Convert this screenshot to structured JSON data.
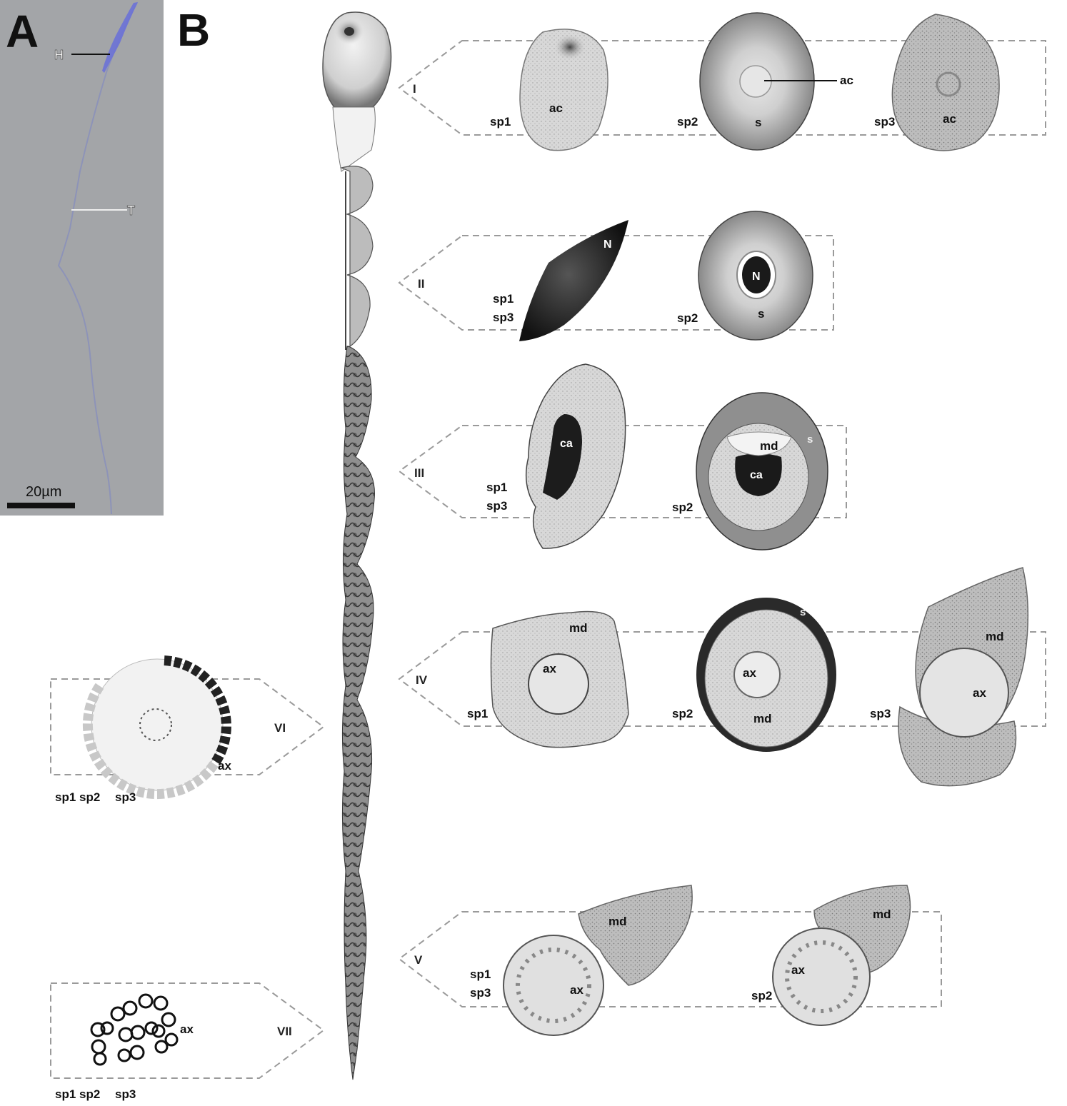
{
  "panel_a": {
    "letter": "A",
    "labels": {
      "head": "H",
      "tail": "T"
    },
    "scale_bar": "20µm"
  },
  "panel_b": {
    "letter": "B",
    "sections": [
      {
        "id": "I",
        "items": [
          "sp1",
          "ac",
          "sp2",
          "s",
          "ac",
          "sp3",
          "ac"
        ]
      },
      {
        "id": "II",
        "items": [
          "N",
          "sp1",
          "sp3",
          "N",
          "sp2",
          "s"
        ]
      },
      {
        "id": "III",
        "items": [
          "ca",
          "sp1",
          "sp3",
          "md",
          "s",
          "ca",
          "sp2"
        ]
      },
      {
        "id": "IV",
        "items": [
          "md",
          "ax",
          "sp1",
          "s",
          "ax",
          "sp2",
          "md",
          "md",
          "sp3",
          "ax"
        ]
      },
      {
        "id": "V",
        "items": [
          "md",
          "sp1",
          "sp3",
          "ax",
          "md",
          "ax",
          "sp2"
        ]
      },
      {
        "id": "VI",
        "items": [
          "ax",
          "sp1 sp2",
          "sp3"
        ]
      },
      {
        "id": "VII",
        "items": [
          "ax",
          "sp1 sp2",
          "sp3"
        ]
      }
    ]
  }
}
